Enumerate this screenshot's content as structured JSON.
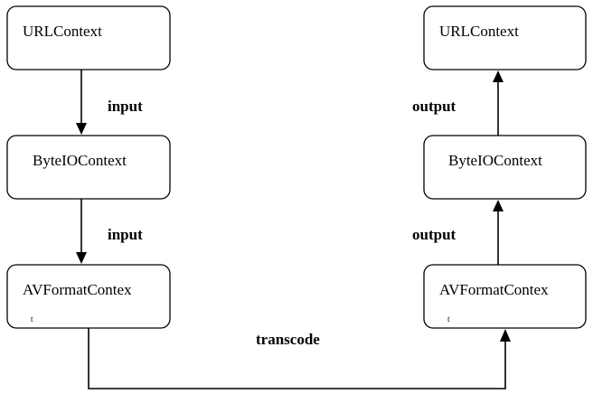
{
  "diagram": {
    "left": {
      "url_context": "URLContext",
      "byteio_context": "ByteIOContext",
      "avformat_context_line1": "AVFormatContex",
      "avformat_context_line2": "t",
      "edge_top": "input",
      "edge_bottom": "input"
    },
    "right": {
      "url_context": "URLContext",
      "byteio_context": "ByteIOContext",
      "avformat_context_line1": "AVFormatContex",
      "avformat_context_line2": "t",
      "edge_top": "output",
      "edge_bottom": "output"
    },
    "bridge_label": "transcode"
  },
  "colors": {
    "stroke": "#000000",
    "fill": "#ffffff",
    "text": "#000000"
  }
}
